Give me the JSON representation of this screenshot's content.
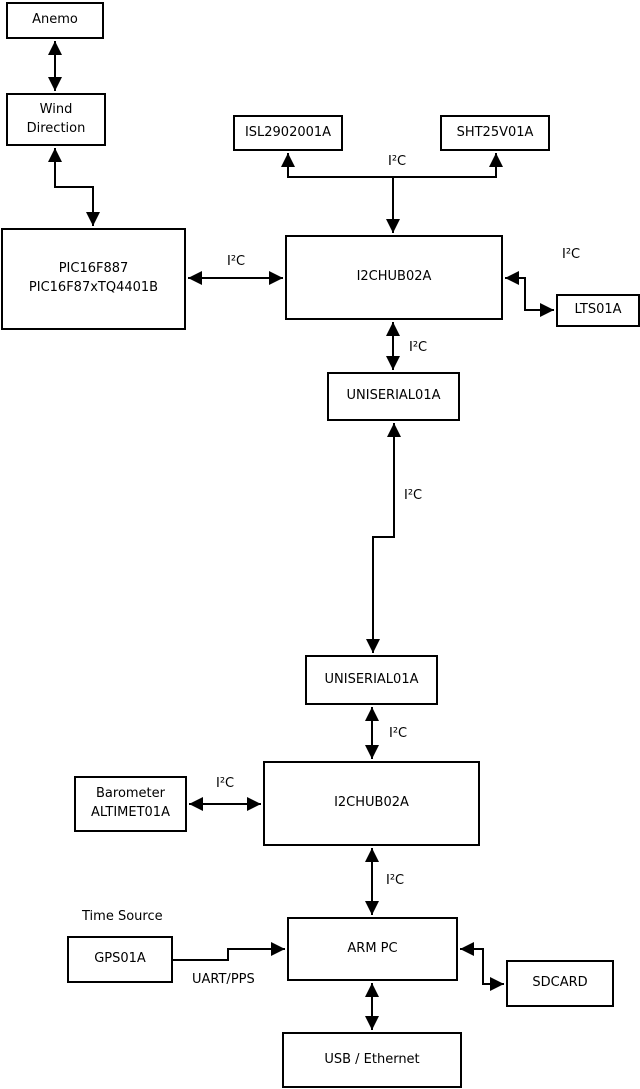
{
  "diagram": {
    "background": "#ffffff",
    "stroke_color": "#000000",
    "text_color": "#000000",
    "nodes": {
      "anemo": "Anemo",
      "wind_direction": "Wind\nDirection",
      "pic": "PIC16F887\nPIC16F87xTQ4401B",
      "isl": "ISL2902001A",
      "sht": "SHT25V01A",
      "i2chub_top": "I2CHUB02A",
      "lts": "LTS01A",
      "uniserial_top": "UNISERIAL01A",
      "uniserial_bottom": "UNISERIAL01A",
      "i2chub_bottom": "I2CHUB02A",
      "barometer": "Barometer\nALTIMET01A",
      "gps": "GPS01A",
      "arm_pc": "ARM PC",
      "sdcard": "SDCARD",
      "usb_ethernet": "USB / Ethernet"
    },
    "labels": {
      "i2c": "I²C",
      "time_source": "Time Source",
      "uart_pps": "UART/PPS"
    },
    "edges": [
      {
        "from": "anemo",
        "to": "wind_direction",
        "style": "bidirectional",
        "label": ""
      },
      {
        "from": "wind_direction",
        "to": "pic",
        "style": "bidirectional",
        "label": ""
      },
      {
        "from": "pic",
        "to": "i2chub_top",
        "style": "bidirectional",
        "label": "I²C"
      },
      {
        "from": "i2chub_top",
        "to": "isl",
        "style": "arrow",
        "label": "I²C"
      },
      {
        "from": "i2chub_top",
        "to": "sht",
        "style": "arrow",
        "label": "I²C"
      },
      {
        "from": "i2chub_top",
        "to": "lts",
        "style": "bidirectional",
        "label": "I²C"
      },
      {
        "from": "i2chub_top",
        "to": "uniserial_top",
        "style": "bidirectional",
        "label": "I²C"
      },
      {
        "from": "uniserial_top",
        "to": "uniserial_bottom",
        "style": "bidirectional",
        "label": "I²C"
      },
      {
        "from": "uniserial_bottom",
        "to": "i2chub_bottom",
        "style": "bidirectional",
        "label": "I²C"
      },
      {
        "from": "barometer",
        "to": "i2chub_bottom",
        "style": "bidirectional",
        "label": "I²C"
      },
      {
        "from": "i2chub_bottom",
        "to": "arm_pc",
        "style": "bidirectional",
        "label": "I²C"
      },
      {
        "from": "gps",
        "to": "arm_pc",
        "style": "arrow",
        "label": "UART/PPS"
      },
      {
        "from": "arm_pc",
        "to": "sdcard",
        "style": "bidirectional",
        "label": ""
      },
      {
        "from": "arm_pc",
        "to": "usb_ethernet",
        "style": "bidirectional",
        "label": ""
      }
    ]
  }
}
